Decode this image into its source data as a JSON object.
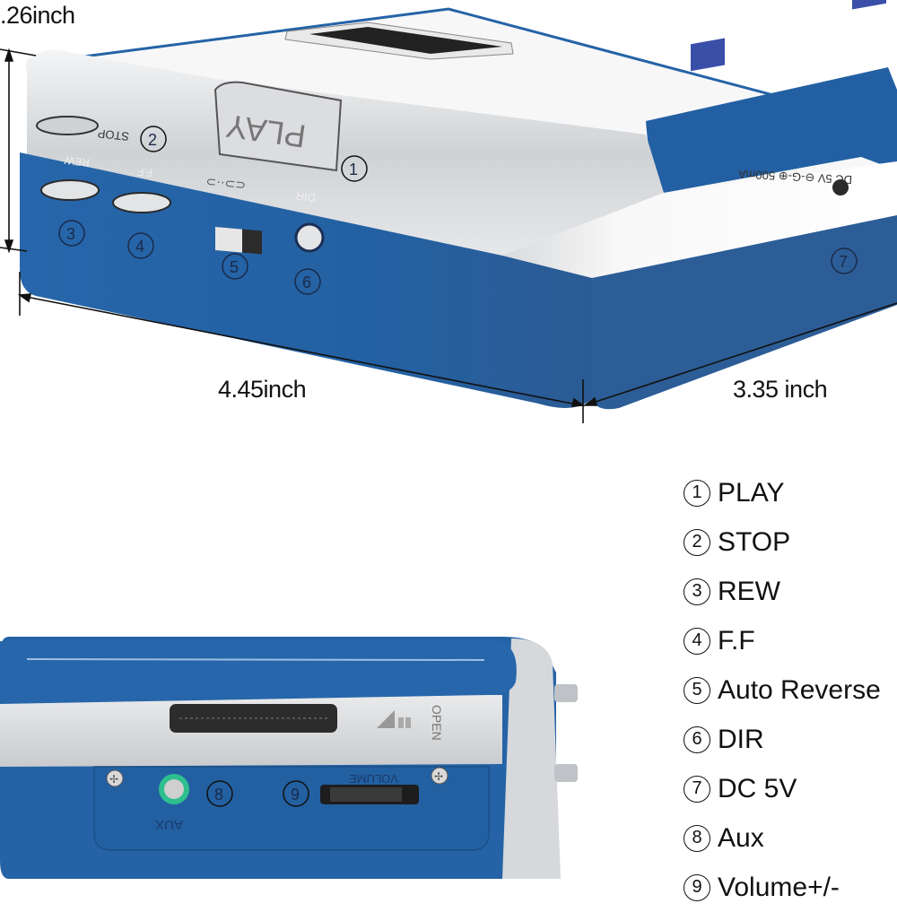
{
  "dimensions": {
    "height": ".26inch",
    "length": "4.45inch",
    "width": "3.35 inch"
  },
  "top_view": {
    "device_labels": {
      "play": "PLAY",
      "stop": "STOP",
      "rew": "REW",
      "ff": "F.F",
      "dir": "DIR",
      "dc": "DC 5V ⊖-G-⊕ 500mA"
    },
    "callouts": [
      "1",
      "2",
      "3",
      "4",
      "5",
      "6",
      "7"
    ]
  },
  "side_view": {
    "device_labels": {
      "open": "OPEN",
      "aux": "AUX",
      "volume": "VOLUME"
    },
    "callouts": [
      "8",
      "9"
    ]
  },
  "legend": {
    "items": [
      {
        "num": "1",
        "label": "PLAY"
      },
      {
        "num": "2",
        "label": "STOP"
      },
      {
        "num": "3",
        "label": "REW"
      },
      {
        "num": "4",
        "label": "F.F"
      },
      {
        "num": "5",
        "label": "Auto Reverse"
      },
      {
        "num": "6",
        "label": "DIR"
      },
      {
        "num": "7",
        "label": "DC 5V"
      },
      {
        "num": "8",
        "label": "Aux"
      },
      {
        "num": "9",
        "label": "Volume+/-"
      }
    ]
  },
  "colors": {
    "body_blue": "#2563a6",
    "dark_blue": "#1f4f86",
    "silver": "#d4d6d9",
    "white_top": "#f7f7f7",
    "aux_ring": "#2fbf8f"
  }
}
